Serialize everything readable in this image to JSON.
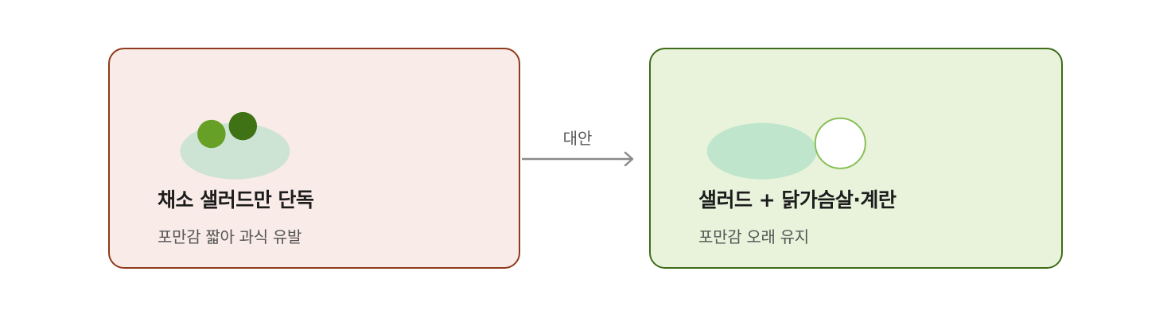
{
  "colors": {
    "left_card_bg": "#f9ebe7",
    "left_card_border": "#8f3a1c",
    "right_card_bg": "#e9f3dc",
    "right_card_border": "#3e6c18",
    "arrow": "#8a8a8a",
    "plate_left": "#cde3d3",
    "plate_right": "#bfe6cc",
    "vegetable_light": "#66a026",
    "vegetable_dark": "#3e7214",
    "egg_outline": "#86bf55"
  },
  "left_card": {
    "title": "채소 샐러드만 단독",
    "subtitle": "포만감 짧아 과식 유발",
    "icons": [
      "salad-plate-icon",
      "vegetable-icon",
      "vegetable-icon"
    ]
  },
  "connector": {
    "label": "대안",
    "icon": "arrow-right-icon"
  },
  "right_card": {
    "title": "샐러드 + 닭가슴살·계란",
    "subtitle": "포만감 오래 유지",
    "icons": [
      "salad-plate-icon",
      "egg-icon"
    ]
  }
}
